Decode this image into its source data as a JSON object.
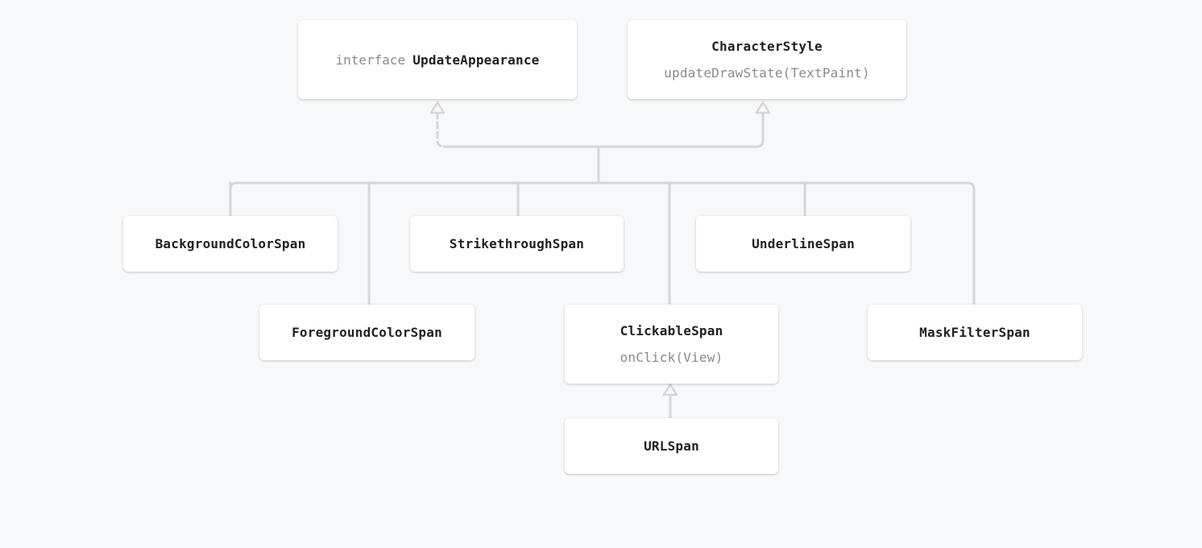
{
  "nodes": {
    "update_appearance": {
      "keyword": "interface",
      "name": "UpdateAppearance"
    },
    "character_style": {
      "name": "CharacterStyle",
      "method": "updateDrawState(TextPaint)"
    },
    "background_color_span": {
      "name": "BackgroundColorSpan"
    },
    "strikethrough_span": {
      "name": "StrikethroughSpan"
    },
    "underline_span": {
      "name": "UnderlineSpan"
    },
    "foreground_color_span": {
      "name": "ForegroundColorSpan"
    },
    "clickable_span": {
      "name": "ClickableSpan",
      "method": "onClick(View)"
    },
    "mask_filter_span": {
      "name": "MaskFilterSpan"
    },
    "url_span": {
      "name": "URLSpan"
    }
  },
  "relations": [
    {
      "from": "all_spans",
      "to": "update_appearance",
      "kind": "implements"
    },
    {
      "from": "all_spans",
      "to": "character_style",
      "kind": "extends"
    },
    {
      "from": "url_span",
      "to": "clickable_span",
      "kind": "extends"
    }
  ],
  "colors": {
    "background": "#f7f8fa",
    "box": "#ffffff",
    "line": "#d6d6d6",
    "muted_text": "#8a8a8a",
    "text": "#202124"
  }
}
